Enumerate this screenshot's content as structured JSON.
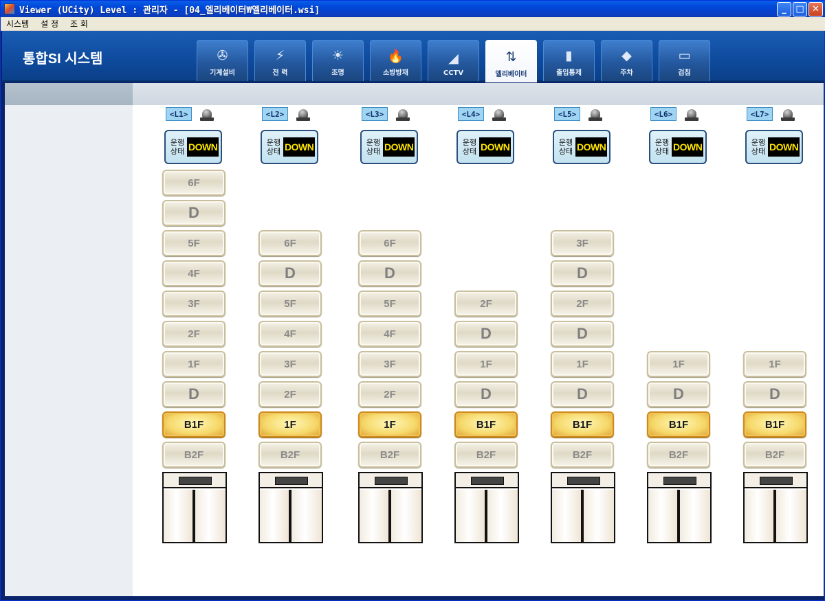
{
  "window": {
    "title": "Viewer (UCity) Level : 관리자 - [04_엘리베이터₩엘리베이터.wsi]",
    "buttons": {
      "minimize": "_",
      "maximize": "□",
      "close": "✕"
    }
  },
  "menu": [
    "시스템",
    "설 정",
    "조 회"
  ],
  "header": {
    "brand": "통합SI 시스템"
  },
  "tabs": [
    {
      "label": "기계설비",
      "icon": "fan-icon",
      "glyph": "✇",
      "active": false
    },
    {
      "label": "전 력",
      "icon": "lightning-icon",
      "glyph": "⚡",
      "active": false
    },
    {
      "label": "조명",
      "icon": "lamp-icon",
      "glyph": "☀",
      "active": false
    },
    {
      "label": "소방방재",
      "icon": "fire-icon",
      "glyph": "🔥",
      "active": false
    },
    {
      "label": "CCTV",
      "icon": "camera-icon",
      "glyph": "◢",
      "active": false
    },
    {
      "label": "엘리베이터",
      "icon": "elevator-icon",
      "glyph": "⇅",
      "active": true
    },
    {
      "label": "출입통제",
      "icon": "door-icon",
      "glyph": "▮",
      "active": false
    },
    {
      "label": "주차",
      "icon": "car-icon",
      "glyph": "◆",
      "active": false
    },
    {
      "label": "검침",
      "icon": "monitor-icon",
      "glyph": "▭",
      "active": false
    }
  ],
  "status_label": "운행\n상태",
  "elevators": [
    {
      "id": "<L1>",
      "direction": "DOWN",
      "floors": [
        "6F",
        "D",
        "5F",
        "4F",
        "3F",
        "2F",
        "1F",
        "D",
        "B1F",
        "B2F"
      ],
      "current": "B1F",
      "current_index": 8
    },
    {
      "id": "<L2>",
      "direction": "DOWN",
      "floors": [
        "6F",
        "D",
        "5F",
        "4F",
        "3F",
        "2F",
        "1F",
        "B2F"
      ],
      "current": "1F",
      "current_index": 6
    },
    {
      "id": "<L3>",
      "direction": "DOWN",
      "floors": [
        "6F",
        "D",
        "5F",
        "4F",
        "3F",
        "2F",
        "1F",
        "B2F"
      ],
      "current": "1F",
      "current_index": 6
    },
    {
      "id": "<L4>",
      "direction": "DOWN",
      "floors": [
        "2F",
        "D",
        "1F",
        "D",
        "B1F",
        "B2F"
      ],
      "current": "B1F",
      "current_index": 4
    },
    {
      "id": "<L5>",
      "direction": "DOWN",
      "floors": [
        "3F",
        "D",
        "2F",
        "D",
        "1F",
        "D",
        "B1F",
        "B2F"
      ],
      "current": "B1F",
      "current_index": 6
    },
    {
      "id": "<L6>",
      "direction": "DOWN",
      "floors": [
        "1F",
        "D",
        "B1F",
        "B2F"
      ],
      "current": "B1F",
      "current_index": 2
    },
    {
      "id": "<L7>",
      "direction": "DOWN",
      "floors": [
        "1F",
        "D",
        "B1F",
        "B2F"
      ],
      "current": "B1F",
      "current_index": 2
    }
  ]
}
